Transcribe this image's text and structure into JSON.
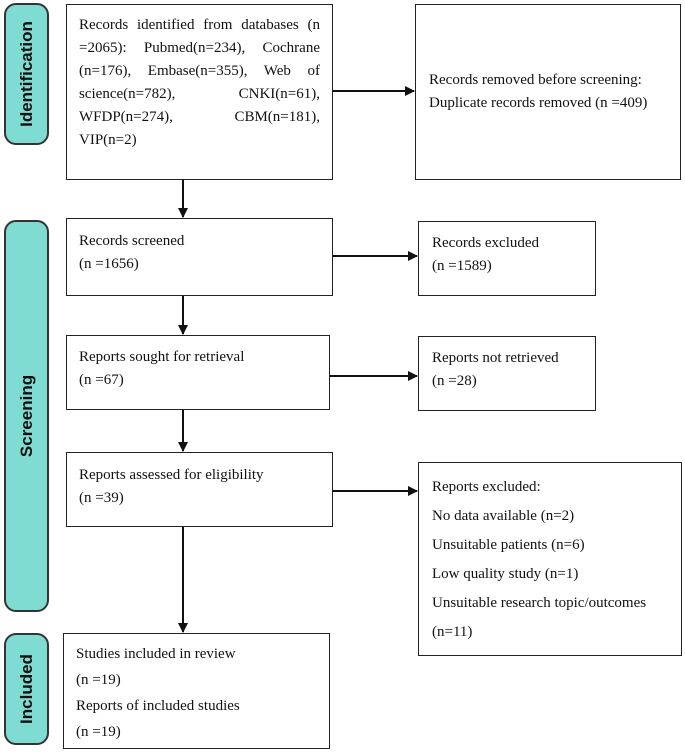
{
  "phases": {
    "identification": "Identification",
    "screening": "Screening",
    "included": "Included"
  },
  "boxes": {
    "records_identified": [
      "Records identified from databases (n",
      "=2065): Pubmed(n=234), Cochrane",
      "(n=176), Embase(n=355), Web of",
      "science(n=782), CNKI(n=61),",
      "WFDP(n=274), CBM(n=181),",
      "VIP(n=2)"
    ],
    "records_removed": [
      "Records removed before screening:",
      "Duplicate records removed (n =409)"
    ],
    "records_screened": [
      "Records screened",
      "(n =1656)"
    ],
    "records_excluded": [
      "Records excluded",
      "(n =1589)"
    ],
    "reports_sought": [
      "Reports sought for retrieval",
      "(n =67)"
    ],
    "reports_not_retrieved": [
      "Reports not retrieved",
      "(n =28)"
    ],
    "reports_assessed": [
      "Reports assessed for eligibility",
      "(n =39)"
    ],
    "reports_excluded": [
      "Reports excluded:",
      "No data available (n=2)",
      "Unsuitable patients (n=6)",
      "Low quality study (n=1)",
      "Unsuitable research topic/outcomes",
      "(n=11)"
    ],
    "studies_included": [
      "Studies included in review",
      "(n =19)",
      "Reports of included studies",
      "(n =19)"
    ]
  }
}
